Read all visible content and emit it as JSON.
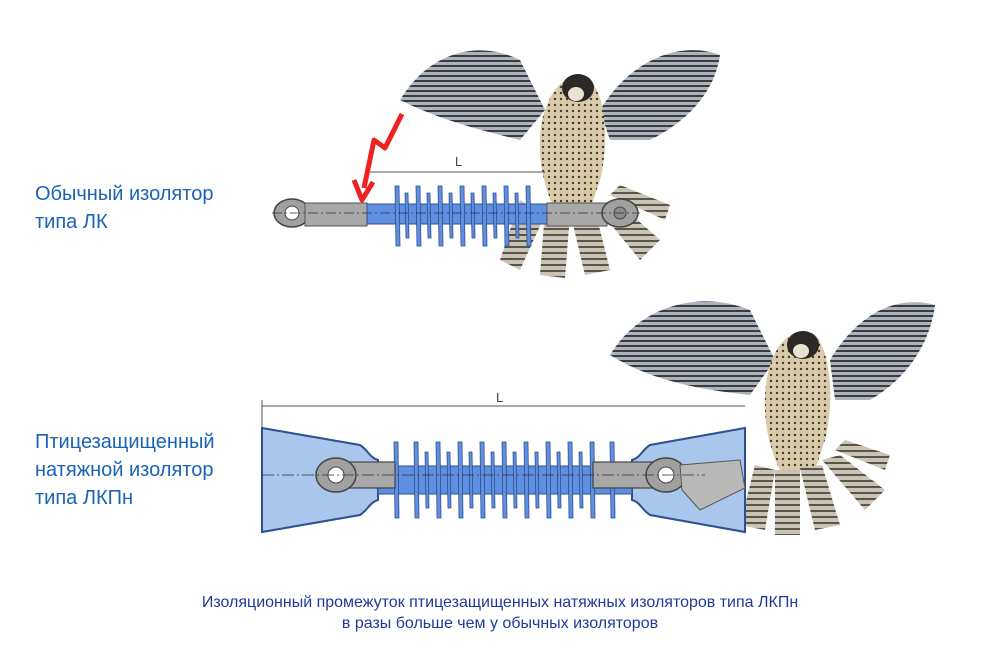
{
  "labels": {
    "regular": {
      "line1": "Обычный изолятор",
      "line2": "типа ЛК"
    },
    "bird_protected": {
      "line1": "Птицезащищенный",
      "line2": "натяжной изолятор",
      "line3": "типа ЛКПн"
    }
  },
  "dimension_labels": {
    "top": "L",
    "bottom": "L"
  },
  "caption": {
    "line1": "Изоляционный промежуток птицезащищенных натяжных изоляторов типа ЛКПн",
    "line2": "в разы больше чем у обычных изоляторов"
  },
  "colors": {
    "label_text": "#1a63b5",
    "caption_text": "#1f3a9a",
    "silicone_blue": "#5f8fe0",
    "shield_fill": "#a9c6ec",
    "metal_gray": "#a8a8a8",
    "lightning_red": "#ee2222"
  }
}
